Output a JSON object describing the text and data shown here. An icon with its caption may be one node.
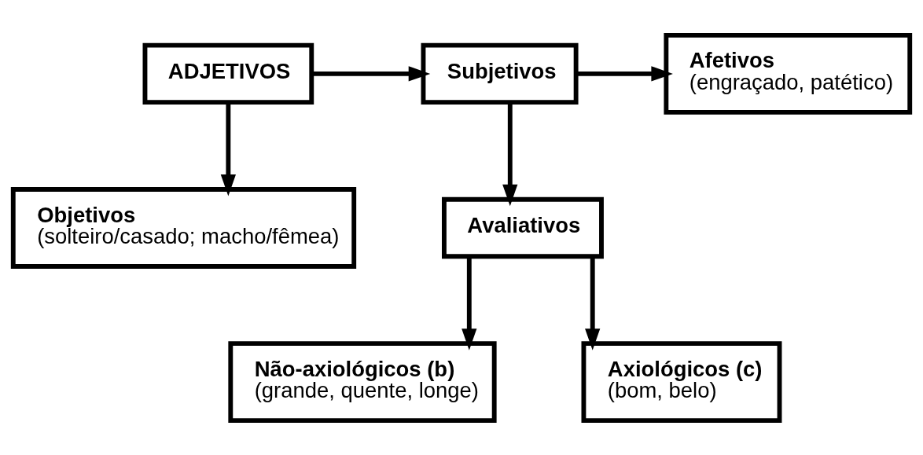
{
  "diagram": {
    "nodes": [
      {
        "text": [
          "ADJETIVOS"
        ]
      },
      {
        "text": [
          "Subjetivos"
        ]
      },
      {
        "text": [
          "Afetivos",
          "(engraçado, patético)"
        ]
      },
      {
        "text": [
          "Objetivos",
          "(solteiro/casado; macho/fêmea)"
        ]
      },
      {
        "text": [
          "Avaliativos"
        ]
      },
      {
        "text": [
          "Não-axiológicos (b)",
          "(grande, quente, longe)"
        ]
      },
      {
        "text": [
          "Axiológicos (c)",
          "(bom, belo)"
        ]
      }
    ],
    "edges": [
      {
        "from": 0,
        "to": 1,
        "arrow": "to"
      },
      {
        "from": 0,
        "to": 3,
        "arrow": "to"
      },
      {
        "from": 1,
        "to": 2,
        "arrow": "to"
      },
      {
        "from": 1,
        "to": 4,
        "arrow": "to"
      },
      {
        "from": 4,
        "to": 5,
        "arrow": "to"
      },
      {
        "from": 4,
        "to": 6,
        "arrow": "to"
      }
    ]
  }
}
